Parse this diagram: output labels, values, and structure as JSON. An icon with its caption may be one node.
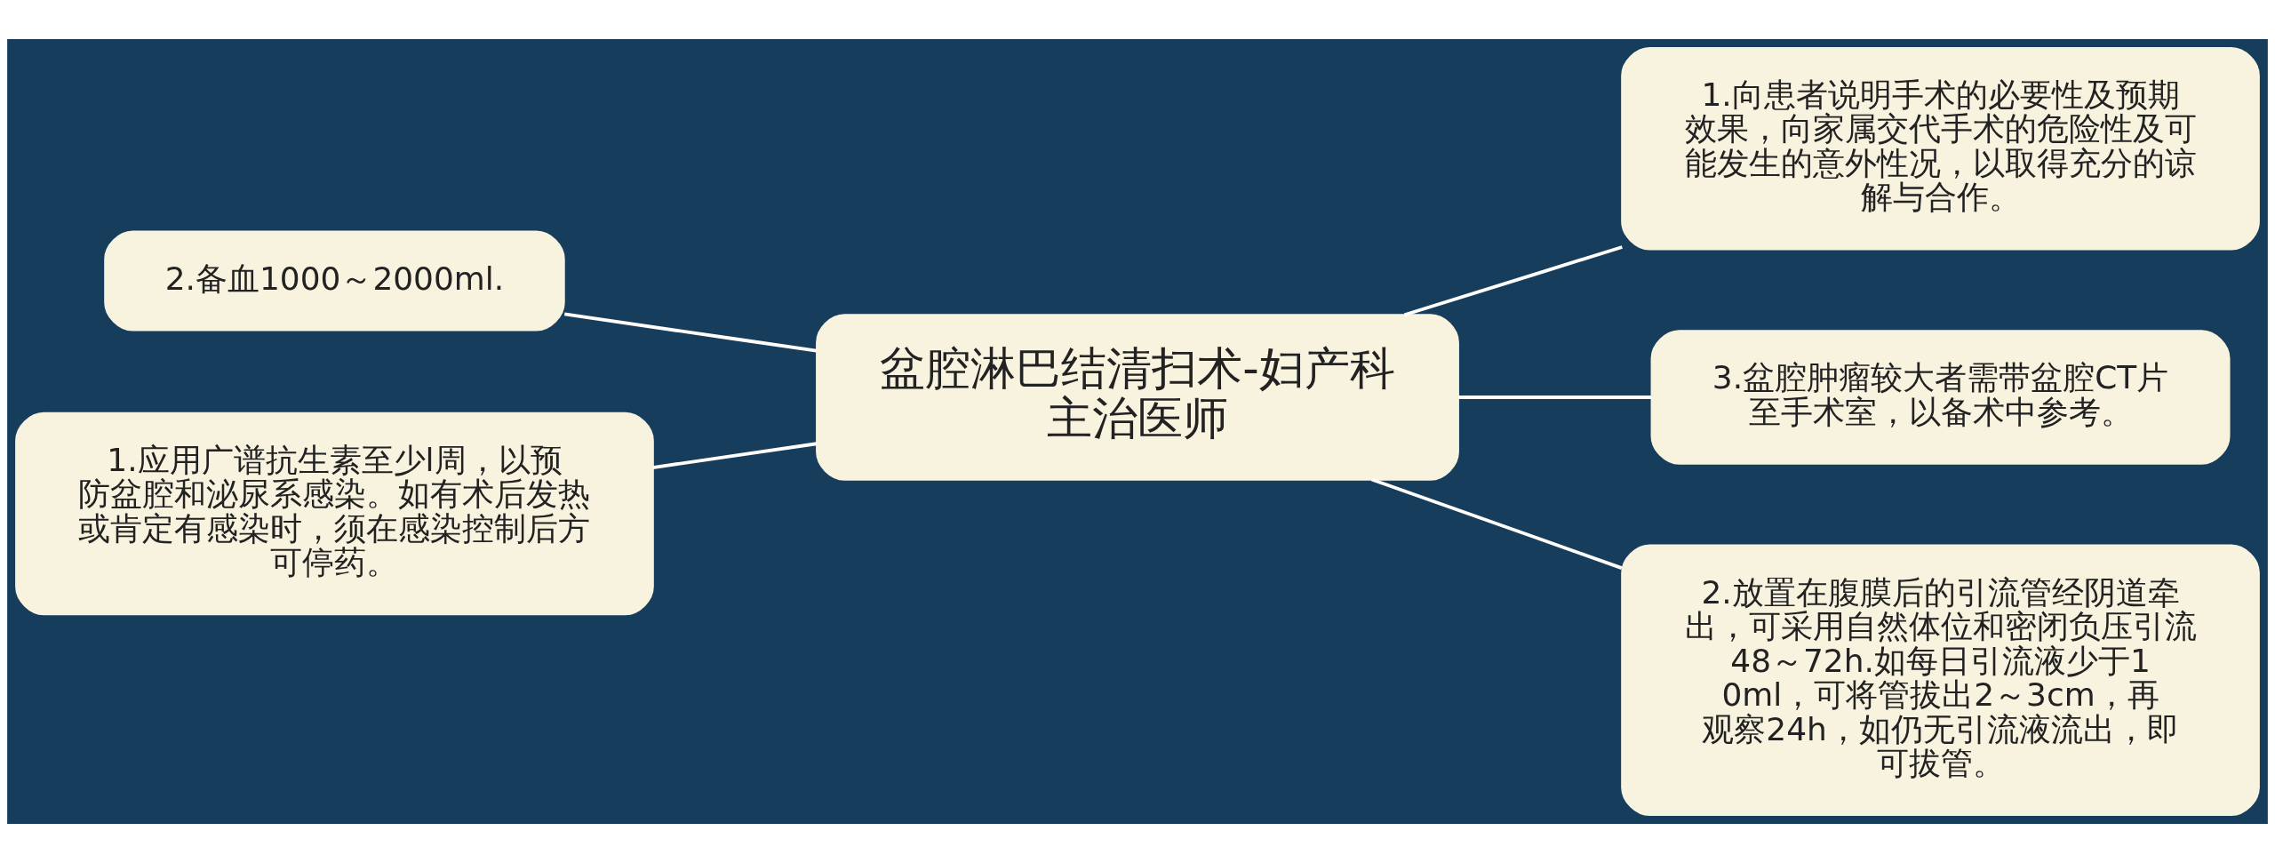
{
  "diagram": {
    "nodes": [
      {
        "text": [
          "盆腔淋巴结清扫术-妇产科主治医师"
        ]
      },
      {
        "text": [
          "1.向患者说明手术的必要性及预期效果，向家属交代手术的危险性及可能发生的意外性况，以取得充分的谅解与合作。"
        ]
      },
      {
        "text": [
          "2.备血1000～2000ml."
        ]
      },
      {
        "text": [
          "3.盆腔肿瘤较大者需带盆腔CT片至手术室，以备术中参考。"
        ]
      },
      {
        "text": [
          "1.应用广谱抗生素至少l周，以预防盆腔和泌尿系感染。如有术后发热或肯定有感染时，须在感染控制后方可停药。"
        ]
      },
      {
        "text": [
          "2.放置在腹膜后的引流管经阴道牵出，可采用自然体位和密闭负压引流48～72h.如每日引流液少于10ml，可将管拔出2～3cm，再观察24h，如仍无引流液流出，即可拔管。"
        ]
      }
    ],
    "edges": [
      {
        "from": 0,
        "to": 1,
        "arrow": "none"
      },
      {
        "from": 0,
        "to": 2,
        "arrow": "none"
      },
      {
        "from": 0,
        "to": 3,
        "arrow": "none"
      },
      {
        "from": 0,
        "to": 4,
        "arrow": "none"
      },
      {
        "from": 0,
        "to": 5,
        "arrow": "none"
      }
    ]
  }
}
